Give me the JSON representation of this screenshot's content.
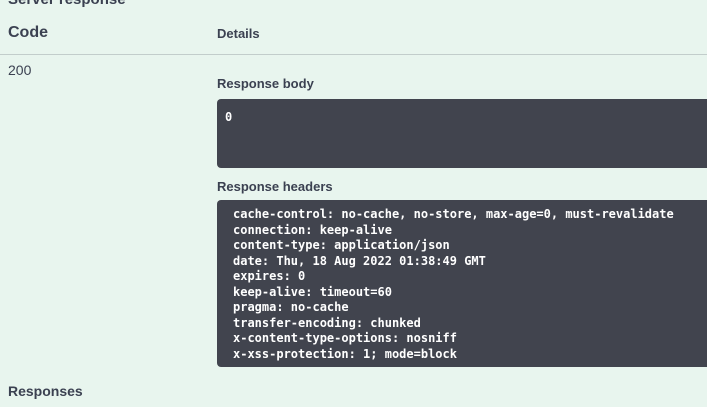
{
  "section": {
    "server_response_title": "Server response",
    "table": {
      "code_header": "Code",
      "details_header": "Details",
      "row": {
        "code": "200",
        "response_body_label": "Response body",
        "response_body": "0",
        "response_headers_label": "Response headers",
        "response_headers": [
          "cache-control: no-cache, no-store, max-age=0, must-revalidate",
          "connection: keep-alive",
          "content-type: application/json",
          "date: Thu, 18 Aug 2022 01:38:49 GMT",
          "expires: 0",
          "keep-alive: timeout=60",
          "pragma: no-cache",
          "transfer-encoding: chunked",
          "x-content-type-options: nosniff",
          "x-xss-protection: 1; mode=block"
        ]
      }
    },
    "responses_title": "Responses"
  },
  "colors": {
    "background": "#e8f5ee",
    "code_block_background": "#41444e",
    "text": "#3b4151",
    "code_text": "#ffffff"
  }
}
